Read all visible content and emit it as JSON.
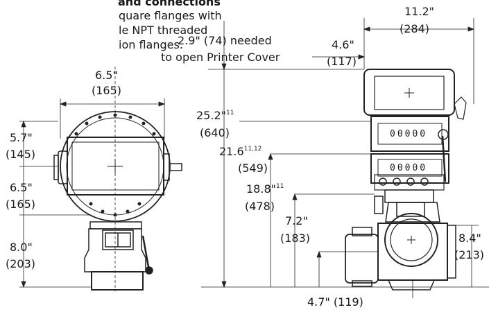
{
  "header": {
    "title": "and connections",
    "line1": "quare flanges with",
    "line2": "le NPT threaded",
    "line3": "ion flanges."
  },
  "left_view": {
    "width_in": "6.5\"",
    "width_mm": "(165)",
    "dim1_in": "5.7\"",
    "dim1_mm": "(145)",
    "dim2_in": "6.5\"",
    "dim2_mm": "(165)",
    "dim3_in": "8.0\"",
    "dim3_mm": "(203)"
  },
  "right_view": {
    "clearance_line1": "2.9\" (74) needed",
    "clearance_line2": "to open Printer Cover",
    "width_in": "11.2\"",
    "width_mm": "(284)",
    "offset_in": "4.6\"",
    "offset_mm": "(117)",
    "h1_in": "25.2\"",
    "h1_sup": "11",
    "h1_mm": "(640)",
    "h2_in": "21.6",
    "h2_sup": "11,12",
    "h2_mm": "(549)",
    "h3_in": "18.8\"",
    "h3_sup": "11",
    "h3_mm": "(478)",
    "h4_in": "7.2\"",
    "h4_mm": "(183)",
    "side_in": "8.4\"",
    "side_mm": "(213)",
    "bottom_dim": "4.7\" (119)",
    "counter_digits": "00000"
  }
}
